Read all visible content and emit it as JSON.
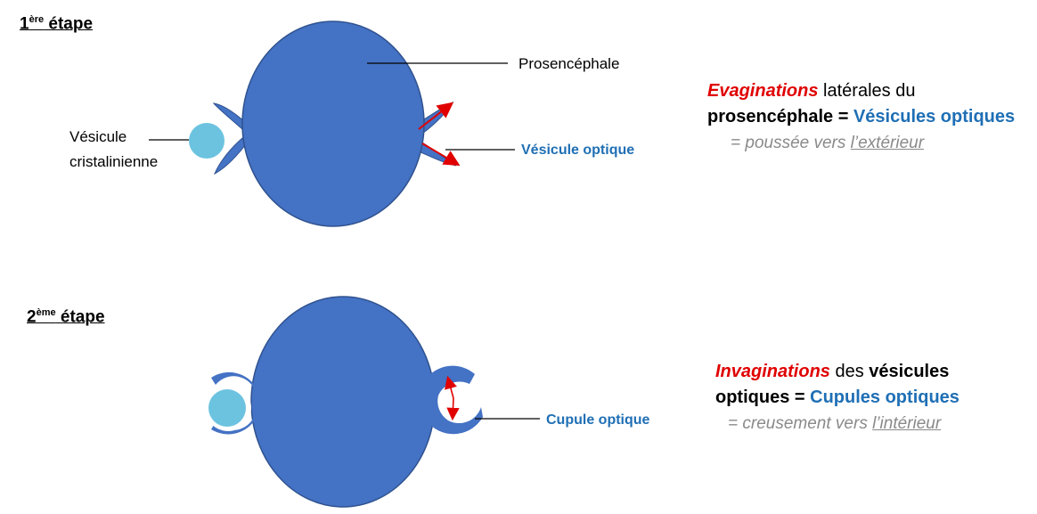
{
  "step1": {
    "title_num": "1",
    "title_sup": "ère",
    "title_word": " étape",
    "label_prosencephale": "Prosencéphale",
    "label_vesicule_cristalinienne_l1": "Vésicule",
    "label_vesicule_cristalinienne_l2": "cristalinienne",
    "label_vesicule_optique": "Vésicule optique",
    "note": {
      "w1": "Evaginations",
      "w2": " latérales du",
      "w3": "prosencéphale",
      "w4": " = ",
      "w5": "Vésicules optiques",
      "w6": "= poussée vers ",
      "w7": "l’extérieur"
    }
  },
  "step2": {
    "title_num": "2",
    "title_sup": "ème",
    "title_word": " étape",
    "label_cupule_optique": "Cupule optique",
    "note": {
      "w1": "Invaginations",
      "w2": " des ",
      "w3": "vésicules",
      "w4": "optiques",
      "w5": " = ",
      "w6": "Cupules optiques",
      "w7": "= creusement vers ",
      "w8": "l’intérieur"
    }
  },
  "colors": {
    "brain": "#4472c4",
    "brain_outline": "#2f528f",
    "lens": "#6cc3e0",
    "arrow": "#e00000",
    "label_blue": "#1f6fb5",
    "emphasis_red": "#e00000",
    "note_grey": "#8a8a8a"
  }
}
